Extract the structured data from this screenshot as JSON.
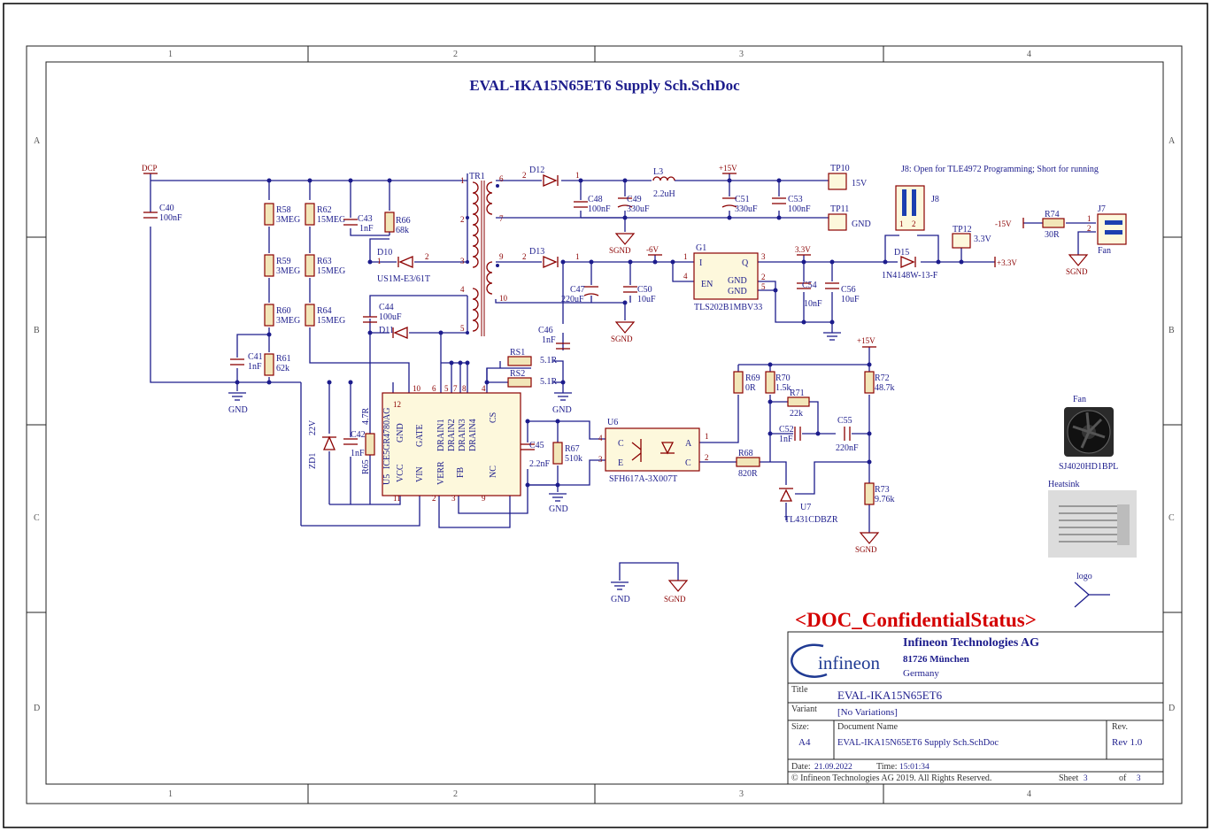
{
  "title": "EVAL-IKA15N65ET6 Supply Sch.SchDoc",
  "border": {
    "columns": [
      "1",
      "2",
      "3",
      "4"
    ],
    "rows": [
      "A",
      "B",
      "C",
      "D"
    ]
  },
  "note_j8": "J8:  Open for TLE4972 Programming; Short for running",
  "nets": {
    "dcp": "DCP",
    "p15v_top": "+15V",
    "m6v": "-6V",
    "p3v3_top": "3.3V",
    "p3v3_out": "+3.3V",
    "m15v": "-15V",
    "p15v_right": "+15V",
    "tp10_label": "15V",
    "tp11_label": "GND",
    "tp12_label": "3.3V",
    "sgnd": "SGND",
    "gnd": "GND"
  },
  "components": {
    "c40": {
      "ref": "C40",
      "val": "100nF"
    },
    "r58": {
      "ref": "R58",
      "val": "3MEG"
    },
    "r59": {
      "ref": "R59",
      "val": "3MEG"
    },
    "r60": {
      "ref": "R60",
      "val": "3MEG"
    },
    "r61": {
      "ref": "R61",
      "val": "62k"
    },
    "c41": {
      "ref": "C41",
      "val": "1nF"
    },
    "r62": {
      "ref": "R62",
      "val": "15MEG"
    },
    "r63": {
      "ref": "R63",
      "val": "15MEG"
    },
    "r64": {
      "ref": "R64",
      "val": "15MEG"
    },
    "c43": {
      "ref": "C43",
      "val": "1nF"
    },
    "r66": {
      "ref": "R66",
      "val": "68k"
    },
    "d10": {
      "ref": "D10",
      "val": "US1M-E3/61T"
    },
    "c44": {
      "ref": "C44",
      "val": "100uF"
    },
    "d11": {
      "ref": "D11"
    },
    "tr1": {
      "ref": "TR1"
    },
    "d12": {
      "ref": "D12"
    },
    "c48": {
      "ref": "C48",
      "val": "100nF"
    },
    "c49": {
      "ref": "C49",
      "val": "330uF"
    },
    "l3": {
      "ref": "L3",
      "val": "2.2uH"
    },
    "c51": {
      "ref": "C51",
      "val": "330uF"
    },
    "c53": {
      "ref": "C53",
      "val": "100nF"
    },
    "tp10": {
      "ref": "TP10"
    },
    "tp11": {
      "ref": "TP11"
    },
    "d13": {
      "ref": "D13"
    },
    "c47": {
      "ref": "C47",
      "val": "220uF"
    },
    "c50": {
      "ref": "C50",
      "val": "10uF"
    },
    "g1": {
      "ref": "G1",
      "val": "TLS202B1MBV33",
      "pin_i": "I",
      "pin_q": "Q",
      "pin_en": "EN",
      "pin_gnd": "GND"
    },
    "c54": {
      "ref": "C54",
      "val": "10nF"
    },
    "c56": {
      "ref": "C56",
      "val": "10uF"
    },
    "j8": {
      "ref": "J8"
    },
    "d15": {
      "ref": "D15",
      "val": "1N4148W-13-F"
    },
    "tp12": {
      "ref": "TP12"
    },
    "r74": {
      "ref": "R74",
      "val": "30R"
    },
    "j7": {
      "ref": "J7",
      "val": "Fan"
    },
    "c46": {
      "ref": "C46",
      "val": "1nF"
    },
    "rs1": {
      "ref": "RS1",
      "val": "5.1R"
    },
    "rs2": {
      "ref": "RS2",
      "val": "5.1R"
    },
    "u5": {
      "ref": "U5",
      "val": "ICE5GR4780AG",
      "pins": [
        "GND",
        "GATE",
        "DRAIN1",
        "DRAIN2",
        "DRAIN3",
        "DRAIN4",
        "CS",
        "VCC",
        "VIN",
        "VERR",
        "FB",
        "NC"
      ]
    },
    "zd1": {
      "ref": "ZD1",
      "val": "22V"
    },
    "c42": {
      "ref": "C42",
      "val": "1nF"
    },
    "r65": {
      "ref": "R65",
      "val": "4.7R"
    },
    "c45": {
      "ref": "C45",
      "val": "2.2nF"
    },
    "r67": {
      "ref": "R67",
      "val": "510k"
    },
    "u6": {
      "ref": "U6",
      "val": "SFH617A-3X007T",
      "pin_c": "C",
      "pin_e": "E",
      "pin_a": "A",
      "pin_c2": "C"
    },
    "r68": {
      "ref": "R68",
      "val": "820R"
    },
    "r69": {
      "ref": "R69",
      "val": "0R"
    },
    "r70": {
      "ref": "R70",
      "val": "1.5k"
    },
    "r71": {
      "ref": "R71",
      "val": "22k"
    },
    "c52": {
      "ref": "C52",
      "val": "1nF"
    },
    "c55": {
      "ref": "C55",
      "val": "220nF"
    },
    "r72": {
      "ref": "R72",
      "val": "48.7k"
    },
    "r73": {
      "ref": "R73",
      "val": "9.76k"
    },
    "u7": {
      "ref": "U7",
      "val": "TL431CDBZR"
    }
  },
  "side": {
    "fan_label": "Fan",
    "fan_part": "SJ4020HD1BPL",
    "heatsink_label": "Heatsink",
    "logo_label": "logo"
  },
  "titleblock": {
    "confidential": "<DOC_ConfidentialStatus>",
    "company": "Infineon Technologies AG",
    "city": "81726 München",
    "country": "Germany",
    "logo_text": "infineon",
    "title_label": "Title",
    "title_value": "EVAL-IKA15N65ET6",
    "variant_label": "Variant",
    "variant_value": "[No Variations]",
    "size_label": "Size:",
    "size_value": "A4",
    "docname_label": "Document Name",
    "docname_value": "EVAL-IKA15N65ET6 Supply Sch.SchDoc",
    "rev_label": "Rev.",
    "rev_value": "Rev 1.0",
    "date_label": "Date:",
    "date_value": "21.09.2022",
    "time_label": "Time:",
    "time_value": "15:01:34",
    "copyright": "© Infineon Technologies AG 2019. All Rights Reserved.",
    "sheet_label": "Sheet",
    "sheet_value": "3",
    "of_label": "of",
    "of_value": "3"
  },
  "colors": {
    "wire": "#1c1c8c",
    "component": "#8b0000",
    "confidential": "#d40000",
    "infineon": "#1f3a93"
  }
}
